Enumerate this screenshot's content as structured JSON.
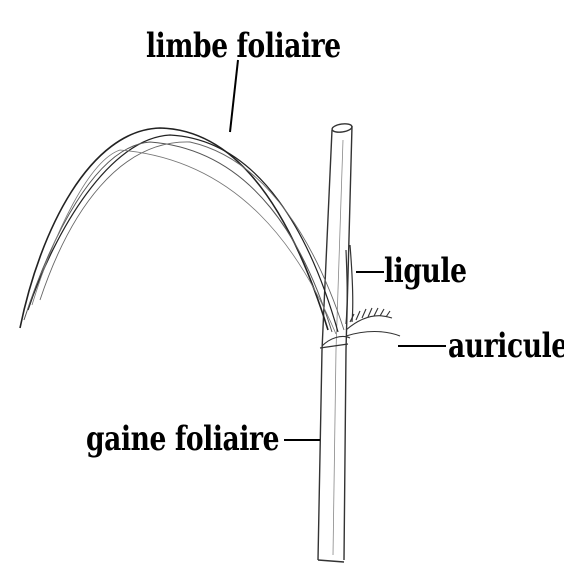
{
  "labels": {
    "limbe": "limbe foliaire",
    "ligule": "ligule",
    "auricule": "auricule",
    "gaine": "gaine foliaire"
  },
  "colors": {
    "ink": "#000000",
    "line": "#333333",
    "background": "#ffffff"
  }
}
